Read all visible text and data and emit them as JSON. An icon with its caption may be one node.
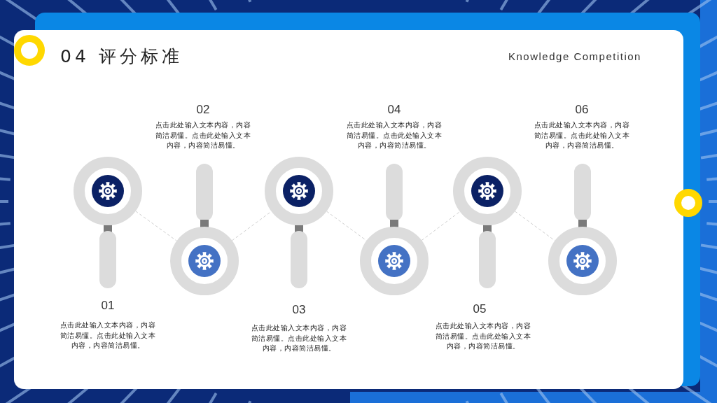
{
  "diagram": {
    "title": "04 评分标准",
    "nodes": [
      {
        "text": [],
        "shape": "magnifier",
        "beside": [
          "01",
          "点击此处输入文本内容，内容简洁易懂。点击此处输入文本内容，内容简洁易懂。"
        ]
      },
      {
        "text": [],
        "shape": "magnifier",
        "beside": [
          "02",
          "点击此处输入文本内容，内容简洁易懂。点击此处输入文本内容，内容简洁易懂。"
        ]
      },
      {
        "text": [],
        "shape": "magnifier",
        "beside": [
          "03",
          "点击此处输入文本内容，内容简洁易懂。点击此处输入文本内容，内容简洁易懂。"
        ]
      },
      {
        "text": [],
        "shape": "magnifier",
        "beside": [
          "04",
          "点击此处输入文本内容，内容简洁易懂。点击此处输入文本内容，内容简洁易懂。"
        ]
      },
      {
        "text": [],
        "shape": "magnifier",
        "beside": [
          "05",
          "点击此处输入文本内容，内容简洁易懂。点击此处输入文本内容，内容简洁易懂。"
        ]
      },
      {
        "text": [],
        "shape": "magnifier",
        "beside": [
          "06",
          "点击此处输入文本内容，内容简洁易懂。点击此处输入文本内容，内容简洁易懂。"
        ]
      }
    ],
    "edges": [
      {
        "from": 0,
        "to": 1,
        "arrow": "none",
        "style": "dashed"
      },
      {
        "from": 1,
        "to": 2,
        "arrow": "none",
        "style": "dashed"
      },
      {
        "from": 2,
        "to": 3,
        "arrow": "none",
        "style": "dashed"
      },
      {
        "from": 3,
        "to": 4,
        "arrow": "none",
        "style": "dashed"
      },
      {
        "from": 4,
        "to": 5,
        "arrow": "none",
        "style": "dashed"
      }
    ],
    "labels": [
      "Knowledge Competition"
    ]
  }
}
